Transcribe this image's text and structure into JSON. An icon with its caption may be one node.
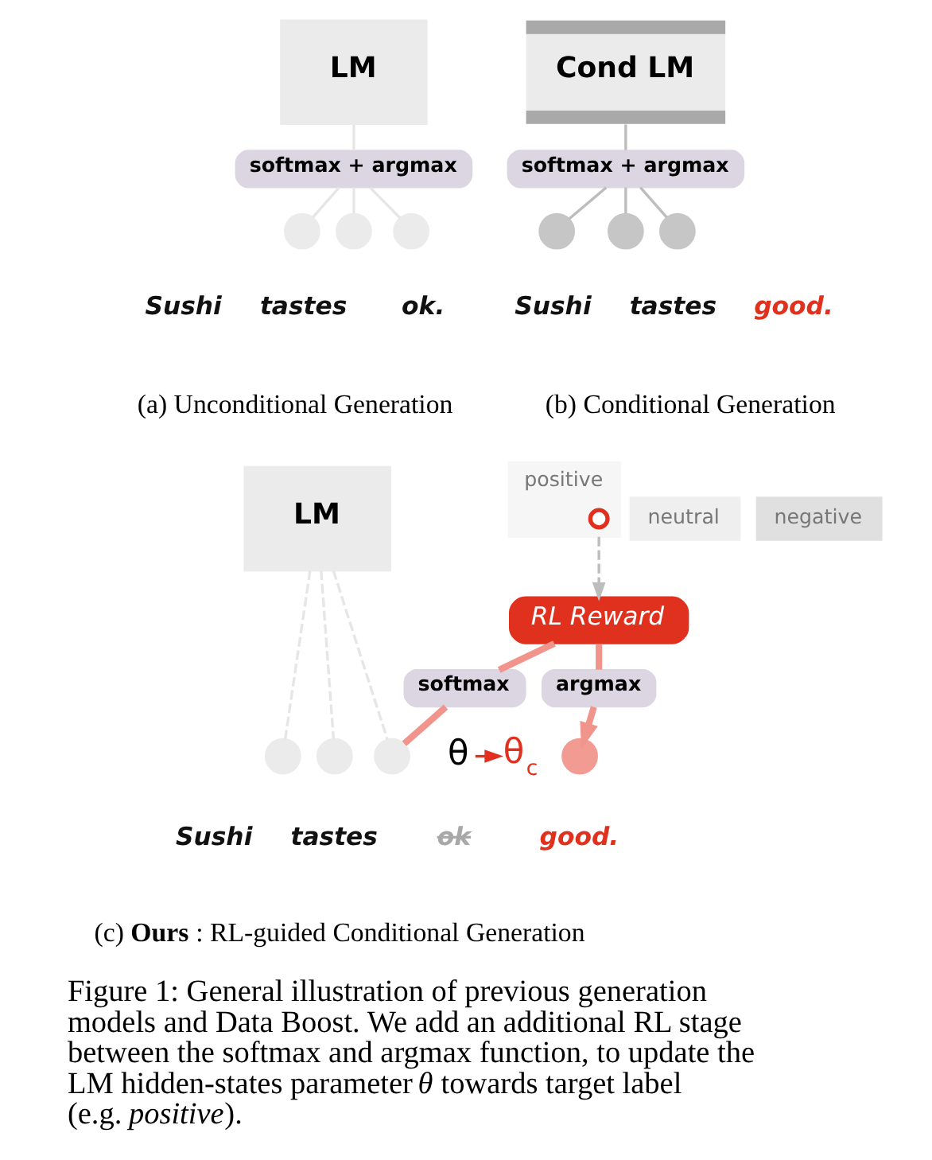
{
  "diagram": {
    "caption": "Figure 1: General illustration of previous generation models and Data Boost. We add an additional RL stage between the softmax and argmax function, to update the LM hidden-states parameter *θ* towards target label (e.g. *positive*).",
    "nodes": [
      {
        "text": [
          "LM"
        ]
      },
      {
        "text": [
          "softmax + argmax"
        ]
      },
      {
        "text": [],
        "shape": "circle",
        "beside": [
          "Sushi"
        ]
      },
      {
        "text": [],
        "shape": "circle",
        "beside": [
          "tastes"
        ]
      },
      {
        "text": [],
        "shape": "circle",
        "beside": [
          "ok."
        ]
      },
      {
        "text": [
          "Cond LM"
        ]
      },
      {
        "text": [
          "softmax + argmax"
        ]
      },
      {
        "text": [],
        "shape": "circle",
        "beside": [
          "Sushi"
        ]
      },
      {
        "text": [],
        "shape": "circle",
        "beside": [
          "tastes"
        ]
      },
      {
        "text": [],
        "shape": "circle",
        "beside": [
          "good."
        ]
      },
      {
        "text": [
          "LM"
        ]
      },
      {
        "text": [
          "positive"
        ]
      },
      {
        "text": [],
        "shape": "circle",
        "in": 11
      },
      {
        "text": [
          "neutral"
        ]
      },
      {
        "text": [
          "negative"
        ]
      },
      {
        "text": [
          "RL Reward"
        ]
      },
      {
        "text": [
          "softmax"
        ]
      },
      {
        "text": [
          "argmax"
        ]
      },
      {
        "text": [],
        "shape": "circle",
        "beside": [
          "Sushi"
        ]
      },
      {
        "text": [],
        "shape": "circle",
        "beside": [
          "tastes"
        ]
      },
      {
        "text": [],
        "shape": "circle",
        "beside": [
          "ok"
        ]
      },
      {
        "text": [
          "θ"
        ]
      },
      {
        "text": [
          "θ$_{c}$"
        ]
      },
      {
        "text": [],
        "shape": "circle",
        "beside": [
          "good."
        ]
      }
    ],
    "edges": [
      {
        "from": 0,
        "to": 1,
        "arrow": "none",
        "color": "#e6e6e6"
      },
      {
        "from": 1,
        "to": 2,
        "arrow": "none",
        "color": "#e6e6e6"
      },
      {
        "from": 1,
        "to": 3,
        "arrow": "none",
        "color": "#e6e6e6"
      },
      {
        "from": 1,
        "to": 4,
        "arrow": "none",
        "color": "#e6e6e6"
      },
      {
        "from": 5,
        "to": 6,
        "arrow": "none"
      },
      {
        "from": 6,
        "to": 7,
        "arrow": "none"
      },
      {
        "from": 6,
        "to": 8,
        "arrow": "none"
      },
      {
        "from": 6,
        "to": 9,
        "arrow": "none"
      },
      {
        "from": 10,
        "to": 18,
        "arrow": "none",
        "style": "dashed",
        "color": "#e6e6e6"
      },
      {
        "from": 10,
        "to": 19,
        "arrow": "none",
        "style": "dashed",
        "color": "#e6e6e6"
      },
      {
        "from": 10,
        "to": 20,
        "arrow": "none",
        "style": "dashed",
        "color": "#e6e6e6"
      },
      {
        "from": 11,
        "to": 15,
        "arrow": "to",
        "style": "dashed"
      },
      {
        "from": 20,
        "to": 16,
        "arrow": "none",
        "style": "thick",
        "color": "#f0948c"
      },
      {
        "from": 16,
        "to": 15,
        "arrow": "none",
        "style": "thick",
        "color": "#f0948c"
      },
      {
        "from": 15,
        "to": 17,
        "arrow": "none",
        "style": "thick",
        "color": "#f0948c"
      },
      {
        "from": 17,
        "to": 23,
        "arrow": "to",
        "style": "thick",
        "color": "#f0948c"
      },
      {
        "from": 21,
        "to": 22,
        "arrow": "to",
        "color": "#e0301e"
      }
    ],
    "labels": [
      "(a) Unconditional Generation",
      "(b) Conditional Generation",
      "(c) **Ours** : RL-guided Conditional Generation"
    ]
  }
}
